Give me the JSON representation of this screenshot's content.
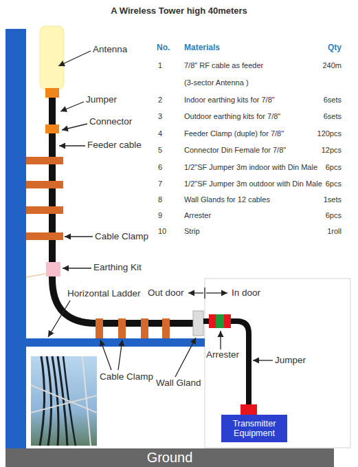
{
  "diagram": {
    "title": "A Wireless Tower high 40meters",
    "nodes": [
      {
        "text": [
          "Transmitter Equipment"
        ]
      },
      {
        "text": [
          "Ground"
        ]
      }
    ],
    "labels": [
      "Antenna",
      "Jumper",
      "Connector",
      "Feeder cable",
      "Cable Clamp",
      "Earthing Kit",
      "Horizontal Ladder",
      "Out door",
      "In door",
      "Arrester",
      "Jumper",
      "Cable Clamp",
      "Wall Gland",
      "No.",
      "Materials",
      "Qty",
      "1",
      "7/8\" RF cable as feeder",
      "240m",
      "(3-sector Antenna )",
      "2",
      "Indoor earthing kits for 7/8\"",
      "6sets",
      "3",
      "Outdoor earthing kits for 7/8\"",
      "6sets",
      "4",
      "Feeder Clamp (duple) for 7/8\"",
      "120pcs",
      "5",
      "Connector Din Female for 7/8\"",
      "12pcs",
      "6",
      "1/2\"SF Jumper 3m indoor with Din Male",
      "6pcs",
      "7",
      "1/2\"SF Jumper 3m outdoor with Din Male",
      "6pcs",
      "8",
      "Wall Glands for 12 cables",
      "1sets",
      "9",
      "Arrester",
      "6pcs",
      "10",
      "Strip",
      "1roll"
    ]
  }
}
